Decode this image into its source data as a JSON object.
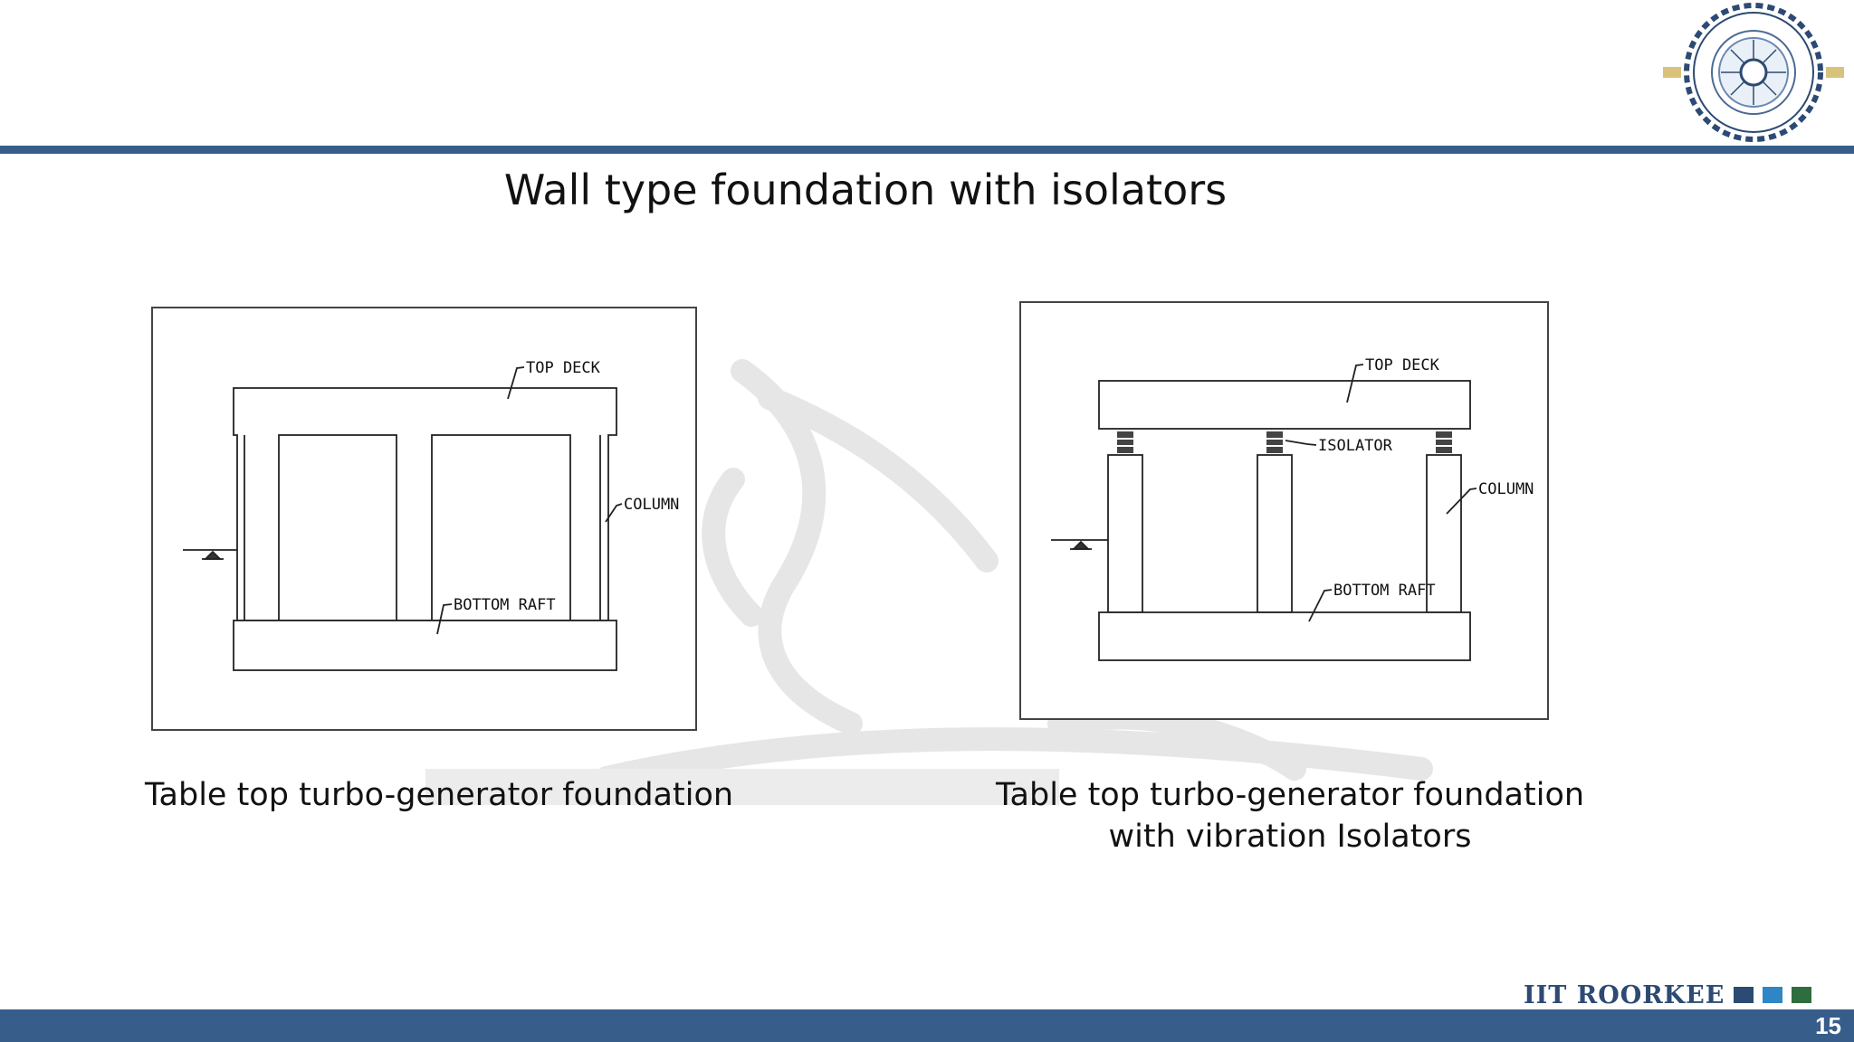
{
  "slide": {
    "title": "Wall type foundation with isolators",
    "page_number": "15"
  },
  "brand": {
    "name": "IIT ROORKEE",
    "logo": "institute-seal-icon",
    "square_colors": [
      "#2c4a73",
      "#2f86c6",
      "#2e6e3e"
    ]
  },
  "colors": {
    "rule": "#375d8a",
    "footer": "#375d8a"
  },
  "figures": {
    "left": {
      "labels": {
        "top_deck": "TOP DECK",
        "column": "COLUMN",
        "bottom_raft": "BOTTOM RAFT"
      },
      "caption": "Table top turbo-generator foundation"
    },
    "right": {
      "labels": {
        "top_deck": "TOP DECK",
        "isolator": "ISOLATOR",
        "column": "COLUMN",
        "bottom_raft": "BOTTOM RAFT"
      },
      "caption_line1": "Table top turbo-generator foundation",
      "caption_line2": "with vibration Isolators"
    }
  }
}
